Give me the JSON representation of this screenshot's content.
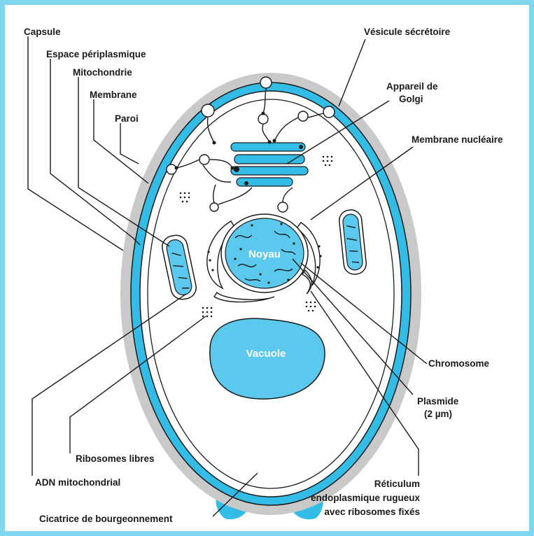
{
  "colors": {
    "frame": "#7fd6ef",
    "capsule": "#c9c9c9",
    "wall": "#33bde6",
    "organelle": "#5bc8ee",
    "outline": "#1a1a1a"
  },
  "labels": {
    "capsule": "Capsule",
    "periplasmic": "Espace périplasmique",
    "mitochondria": "Mitochondrie",
    "membrane": "Membrane",
    "wall": "Paroi",
    "secretory_vesicle": "Vésicule sécrétoire",
    "golgi_line1": "Appareil de",
    "golgi_line2": "Golgi",
    "nuclear_membrane": "Membrane nucléaire",
    "chromosome": "Chromosome",
    "plasmid_line1": "Plasmide",
    "plasmid_line2": "(2 µm)",
    "free_ribosomes": "Ribosomes libres",
    "mito_dna": "ADN mitochondrial",
    "rer_line1": "Réticulum",
    "rer_line2": "endoplasmique rugueux",
    "rer_line3": "avec ribosomes fixés",
    "bud_scar": "Cicatrice de bourgeonnement",
    "nucleus": "Noyau",
    "vacuole": "Vacuole"
  }
}
